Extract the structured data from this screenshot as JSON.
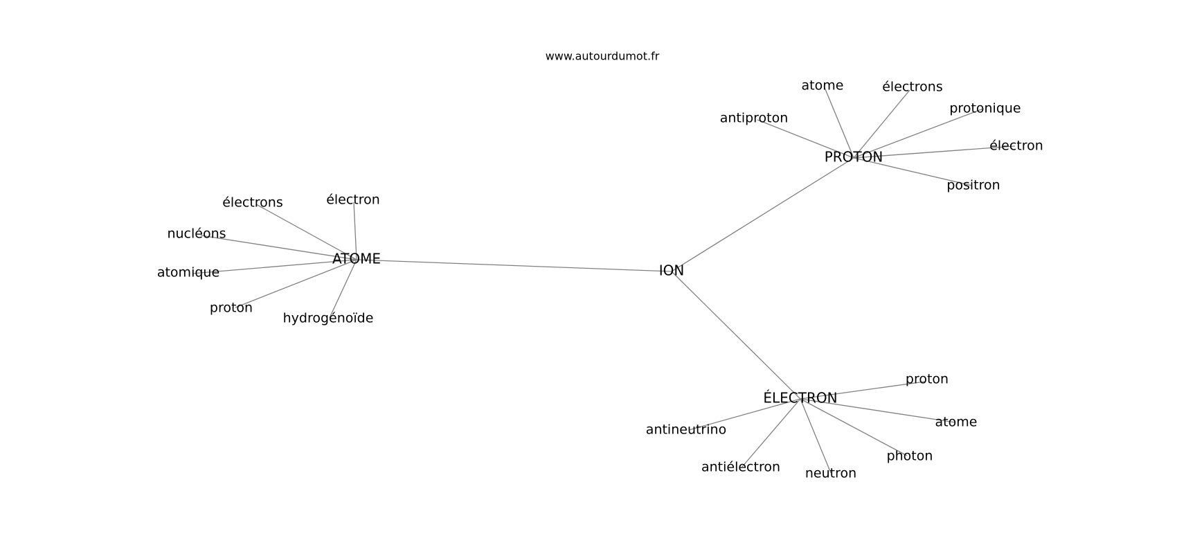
{
  "site_label": "www.autourdumot.fr",
  "colors": {
    "edge": "#808080",
    "text": "#000000",
    "background": "#ffffff"
  },
  "graph": {
    "center": {
      "id": "ion",
      "label": "ION"
    },
    "hubs": [
      {
        "id": "atome",
        "label": "ATOME",
        "leaves": [
          {
            "id": "atome-electron",
            "label": "électron"
          },
          {
            "id": "atome-electrons",
            "label": "électrons"
          },
          {
            "id": "atome-nucleons",
            "label": "nucléons"
          },
          {
            "id": "atome-atomique",
            "label": "atomique"
          },
          {
            "id": "atome-proton",
            "label": "proton"
          },
          {
            "id": "atome-hydrogenoide",
            "label": "hydrogénoïde"
          }
        ]
      },
      {
        "id": "proton",
        "label": "PROTON",
        "leaves": [
          {
            "id": "proton-atome",
            "label": "atome"
          },
          {
            "id": "proton-electrons",
            "label": "électrons"
          },
          {
            "id": "proton-antiproton",
            "label": "antiproton"
          },
          {
            "id": "proton-protonique",
            "label": "protonique"
          },
          {
            "id": "proton-electron",
            "label": "électron"
          },
          {
            "id": "proton-positron",
            "label": "positron"
          }
        ]
      },
      {
        "id": "electron",
        "label": "ÉLECTRON",
        "leaves": [
          {
            "id": "electron-proton",
            "label": "proton"
          },
          {
            "id": "electron-atome",
            "label": "atome"
          },
          {
            "id": "electron-photon",
            "label": "photon"
          },
          {
            "id": "electron-neutron",
            "label": "neutron"
          },
          {
            "id": "electron-antielectron",
            "label": "antiélectron"
          },
          {
            "id": "electron-antineutrino",
            "label": "antineutrino"
          }
        ]
      }
    ]
  }
}
